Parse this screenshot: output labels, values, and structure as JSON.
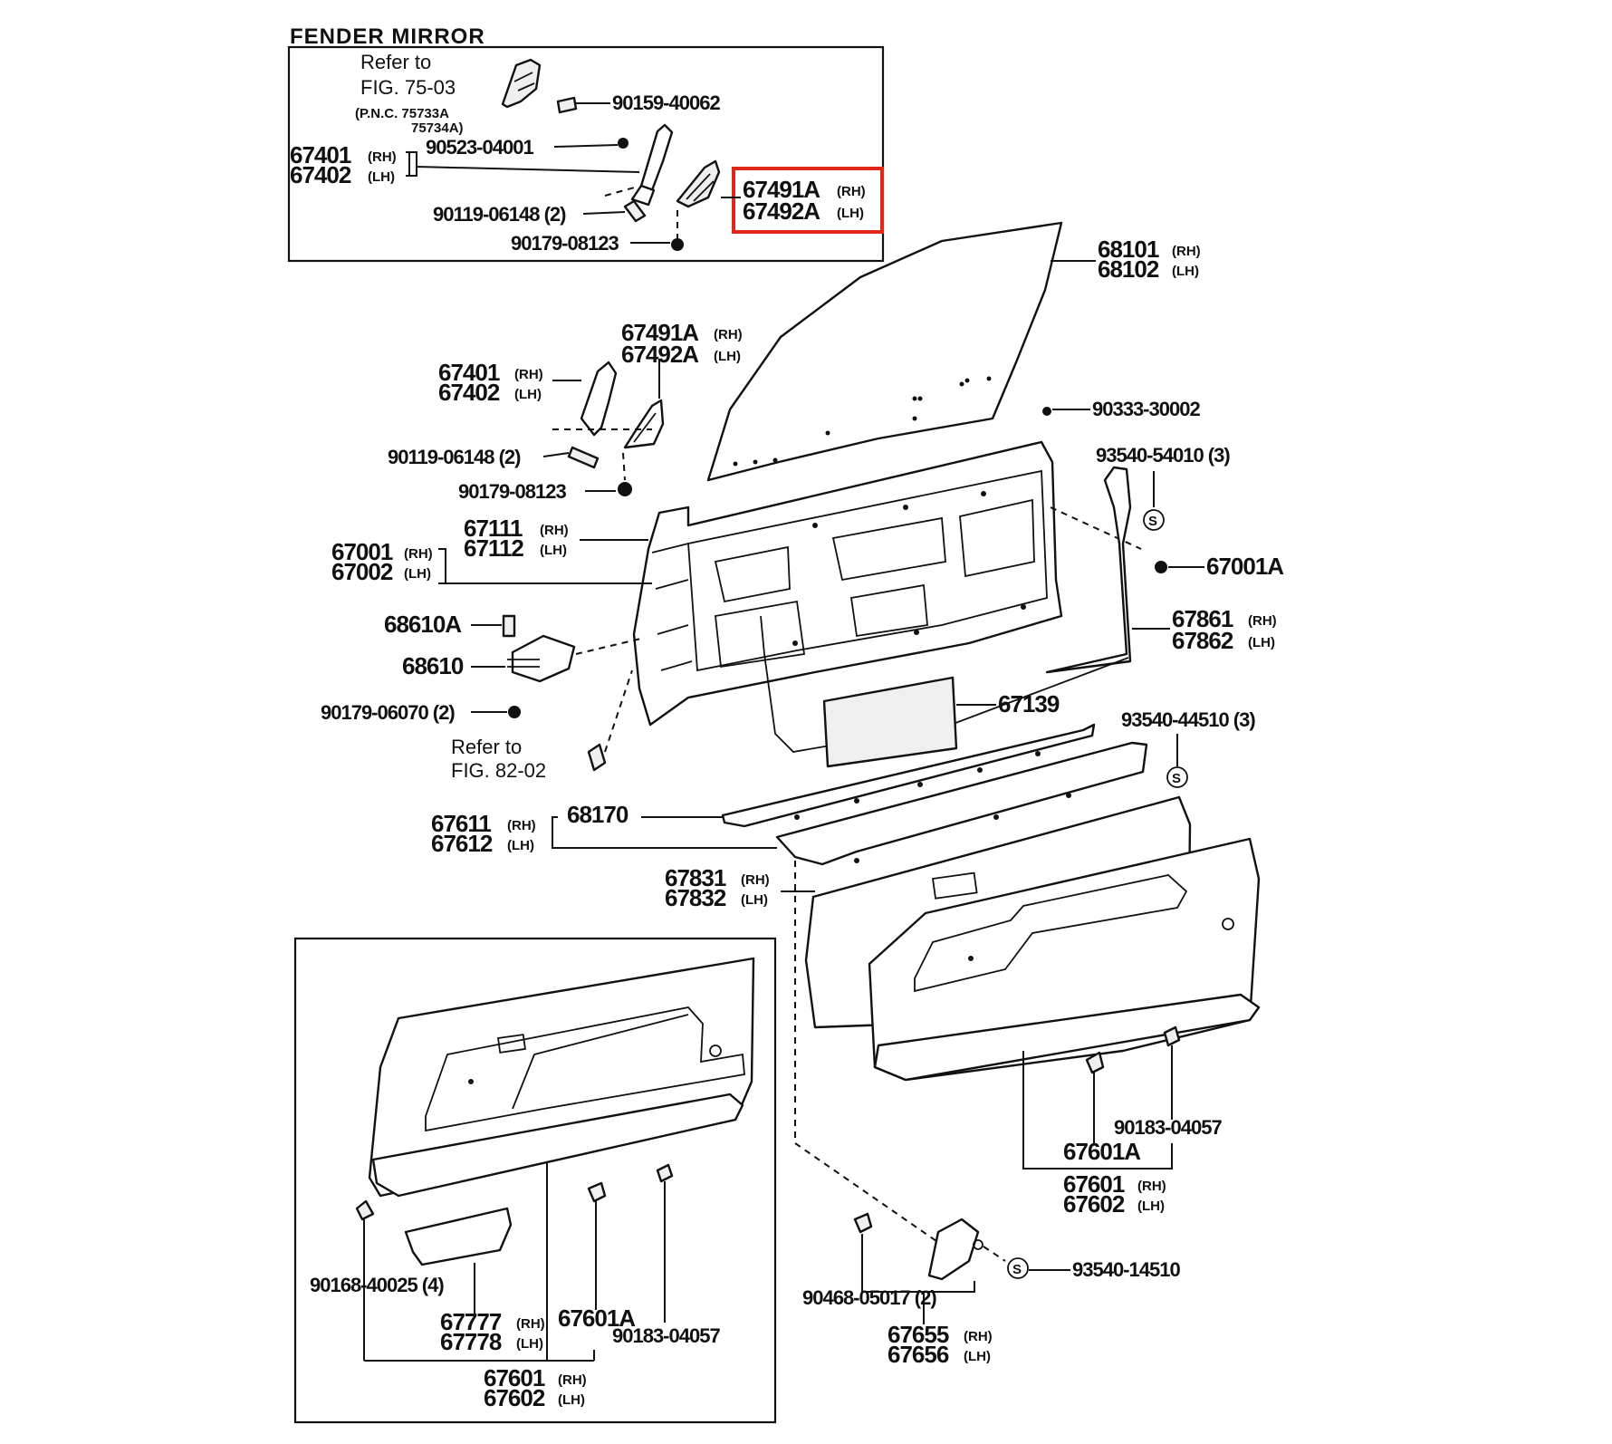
{
  "figure": {
    "title": "FENDER MIRROR",
    "highlight_color": "#e0281a",
    "ink_color": "#111111"
  },
  "labels": {
    "refer_fig_75_line1": "Refer to",
    "refer_fig_75_line2": "FIG. 75-03",
    "pnc_line1": "(P.N.C. 75733A",
    "pnc_line2": "75734A)",
    "p_90159_40062": "90159-40062",
    "p_90523_04001": "90523-04001",
    "p_67401_top": "67401",
    "p_67402_top": "67402",
    "p_67491A_top": "67491A",
    "p_67492A_top": "67492A",
    "p_90119_06148_top": "90119-06148 (2)",
    "p_90179_08123_top": "90179-08123",
    "p_68101": "68101",
    "p_68102": "68102",
    "p_67491A_mid": "67491A",
    "p_67492A_mid": "67492A",
    "p_67401_mid": "67401",
    "p_67402_mid": "67402",
    "p_90333_30002": "90333-30002",
    "p_93540_54010": "93540-54010 (3)",
    "p_90119_06148_mid": "90119-06148 (2)",
    "p_90179_08123_mid": "90179-08123",
    "p_67111": "67111",
    "p_67112": "67112",
    "p_67001": "67001",
    "p_67002": "67002",
    "p_67001A": "67001A",
    "p_68610A": "68610A",
    "p_68610": "68610",
    "p_67861": "67861",
    "p_67862": "67862",
    "p_90179_06070": "90179-06070 (2)",
    "p_67139": "67139",
    "refer_fig_82_line1": "Refer to",
    "refer_fig_82_line2": "FIG. 82-02",
    "p_93540_44510": "93540-44510 (3)",
    "p_68170": "68170",
    "p_67611": "67611",
    "p_67612": "67612",
    "p_67831": "67831",
    "p_67832": "67832",
    "p_90183_04057_r": "90183-04057",
    "p_67601A_r": "67601A",
    "p_67601_r": "67601",
    "p_67602_r": "67602",
    "p_93540_14510": "93540-14510",
    "p_90468_05017": "90468-05017 (2)",
    "p_67655": "67655",
    "p_67656": "67656",
    "p_90168_40025": "90168-40025 (4)",
    "p_67777": "67777",
    "p_67778": "67778",
    "p_67601A_l": "67601A",
    "p_90183_04057_l": "90183-04057",
    "p_67601_l": "67601",
    "p_67602_l": "67602",
    "rh": "(RH)",
    "lh": "(LH)",
    "s_mark": "S"
  }
}
